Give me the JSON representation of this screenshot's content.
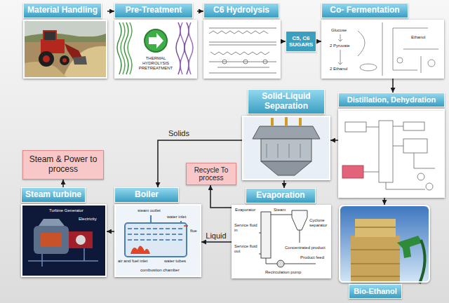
{
  "diagram": {
    "nodes": [
      {
        "text": [
          "Material Handling"
        ]
      },
      {
        "text": [
          "Pre-Treatment"
        ]
      },
      {
        "text": [
          "C6 Hydrolysis"
        ]
      },
      {
        "text": [
          "C5, C6 SUGARS"
        ]
      },
      {
        "text": [
          "Co- Fermentation"
        ]
      },
      {
        "text": [
          "Solid-Liquid Separation"
        ]
      },
      {
        "text": [
          "Distillation, Dehydration"
        ]
      },
      {
        "text": [
          "Recycle To process"
        ]
      },
      {
        "text": [
          "Steam & Power to process"
        ]
      },
      {
        "text": [
          "Steam turbine"
        ]
      },
      {
        "text": [
          "Boiler"
        ]
      },
      {
        "text": [
          "Evaporation"
        ]
      },
      {
        "text": [
          "Bio-Ethanol"
        ]
      }
    ],
    "edges": [
      {
        "from": 0,
        "to": 1,
        "arrow": "to"
      },
      {
        "from": 1,
        "to": 2,
        "arrow": "to"
      },
      {
        "from": 2,
        "to": 3,
        "arrow": "to"
      },
      {
        "from": 3,
        "to": 4,
        "arrow": "to"
      },
      {
        "from": 4,
        "to": 6,
        "arrow": "to"
      },
      {
        "from": 6,
        "to": 5,
        "arrow": "to"
      },
      {
        "from": 5,
        "to": 10,
        "label": "Solids",
        "arrow": "to"
      },
      {
        "from": 5,
        "to": 11,
        "arrow": "to"
      },
      {
        "from": 11,
        "to": 7,
        "arrow": "to"
      },
      {
        "from": 11,
        "to": 10,
        "label": "Liquid",
        "arrow": "to"
      },
      {
        "from": 10,
        "to": 9,
        "arrow": "to"
      },
      {
        "from": 9,
        "to": 8,
        "arrow": "to"
      },
      {
        "from": 6,
        "to": 12,
        "arrow": "to"
      }
    ],
    "labels": [
      "THERMAL HYDROLYSIS PRETREATMENT",
      "Glucose",
      "2 Pyruvate",
      "2 Ethanol",
      "Ethanol",
      "Evaporator",
      "Steam",
      "Service fluid in",
      "Service fluid out",
      "Concentrated product",
      "Product feed",
      "Recirculation pump",
      "Cyclone separator",
      "steam outlet",
      "water inlet",
      "flue",
      "air and fuel inlet",
      "combustion chamber",
      "water tubes",
      "Turbine Generator",
      "Electricity"
    ]
  }
}
